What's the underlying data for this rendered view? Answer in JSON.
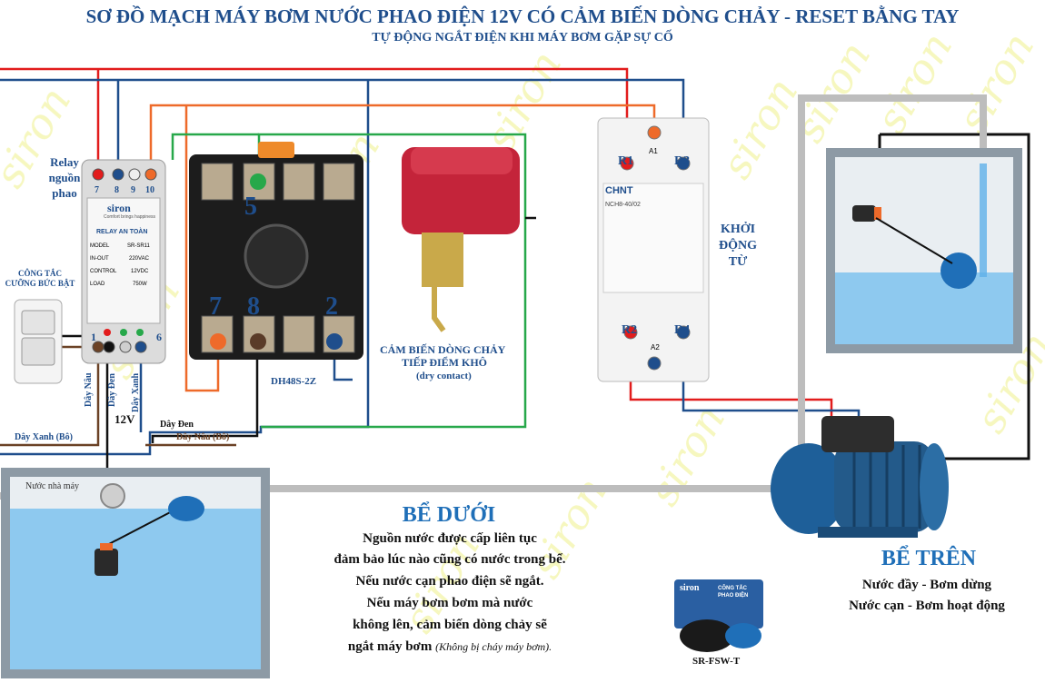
{
  "header": {
    "title": "SƠ ĐỒ MẠCH MÁY BƠM NƯỚC PHAO ĐIỆN 12V CÓ CẢM BIẾN DÒNG CHẢY - RESET BẰNG TAY",
    "subtitle": "TỰ ĐỘNG NGẮT ĐIỆN KHI MÁY BƠM GẶP SỰ CỐ"
  },
  "watermark": "siron",
  "relay": {
    "label": "Relay nguồn phao",
    "top_terminals": [
      "7",
      "8",
      "9",
      "10"
    ],
    "bottom_terminals": [
      "1",
      "6"
    ],
    "brand": "siron",
    "brand_tagline": "Comfort brings happiness",
    "name": "RELAY AN TOÀN",
    "model_label": "MODEL",
    "model_value": "SR-SR11",
    "inout_label": "IN-OUT",
    "inout_value": "220VAC",
    "control_label": "CONTROL",
    "control_value": "12VDC",
    "load_label": "LOAD",
    "load_value": "750W"
  },
  "switch_label": "CÔNG TẮC CƯỠNG BỨC BẬT",
  "timer": {
    "model": "DH48S-2Z",
    "pins": [
      "5",
      "7",
      "8",
      "2"
    ]
  },
  "flow_sensor": {
    "line1": "CẢM BIẾN DÒNG CHẢY",
    "line2": "TIẾP ĐIỂM KHÔ",
    "line3": "(dry contact)"
  },
  "contactor": {
    "brand": "CHNT",
    "model": "NCH8-40/02",
    "labels": [
      "A1",
      "R1",
      "R3",
      "R2",
      "R4",
      "A2"
    ],
    "title": "KHỞI ĐỘNG TỪ"
  },
  "wires": {
    "brown": "Dây Nâu",
    "black": "Dây Đen",
    "blue": "Dây Xanh",
    "voltage": "12V",
    "black_long": "Dây Đen",
    "blue_source": "Dây Xanh (Bô)",
    "brown_source": "Dây Nâu (Bô)"
  },
  "lower_tank": {
    "inlet_label": "Nước nhà máy",
    "title": "BỂ DƯỚI",
    "lines": [
      "Nguồn nước được cấp liên tục",
      "đảm bảo lúc nào cũng có nước trong bể.",
      "Nếu nước cạn phao điện sẽ ngắt.",
      "Nếu máy bơm bơm mà nước",
      "không lên, cảm biến dòng chảy sẽ"
    ],
    "last_line": "ngắt máy bơm",
    "last_note": "(Không bị cháy máy bơm)."
  },
  "upper_tank": {
    "title": "BỂ TRÊN",
    "line1": "Nước đầy - Bơm dừng",
    "line2": "Nước cạn - Bơm hoạt động"
  },
  "product": {
    "brand": "siron",
    "box_text": "CÔNG TẮC PHAO ĐIỆN",
    "model": "SR-FSW-T"
  },
  "colors": {
    "red_wire": "#e21c1c",
    "blue_wire": "#1f4e8c",
    "orange_wire": "#ee6a2a",
    "green_wire": "#27a84a",
    "black_wire": "#111111",
    "grey_pipe": "#bdbdbd",
    "title_blue": "#1f4e8c",
    "water": "#8ec9ef"
  }
}
